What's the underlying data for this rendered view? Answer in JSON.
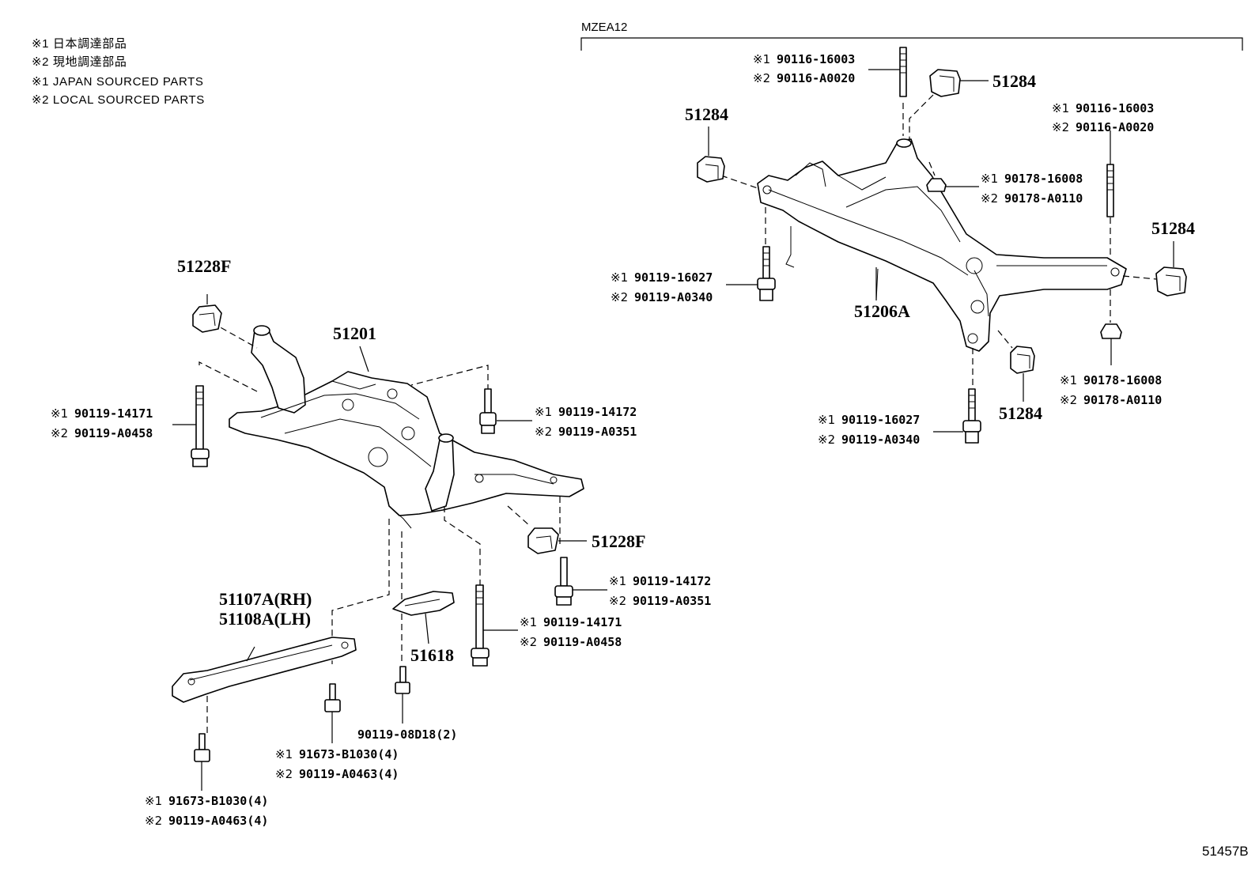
{
  "notes": [
    "※1 日本調達部品",
    "※2 現地調達部品",
    "※1 JAPAN SOURCED PARTS",
    "※2 LOCAL SOURCED PARTS"
  ],
  "model_code": "MZEA12",
  "figure_id": "51457B",
  "front": {
    "p51228f_top": "51228F",
    "p51201": "51201",
    "bolt_left": {
      "m1": "※1",
      "j": "90119-14171",
      "m2": "※2",
      "l": "90119-A0458"
    },
    "bolt_right_top": {
      "m1": "※1",
      "j": "90119-14172",
      "m2": "※2",
      "l": "90119-A0351"
    },
    "p51228f_bottom": "51228F",
    "bolt_right_mid": {
      "m1": "※1",
      "j": "90119-14172",
      "m2": "※2",
      "l": "90119-A0351"
    },
    "bolt_center": {
      "m1": "※1",
      "j": "90119-14171",
      "m2": "※2",
      "l": "90119-A0458"
    },
    "p51107a": "51107A(RH)",
    "p51108a": "51108A(LH)",
    "p51618": "51618",
    "bolt_small": "90119-08D18(2)",
    "bolt_brace_mid": {
      "m1": "※1",
      "j": "91673-B1030(4)",
      "m2": "※2",
      "l": "90119-A0463(4)"
    },
    "bolt_brace_low": {
      "m1": "※1",
      "j": "91673-B1030(4)",
      "m2": "※2",
      "l": "90119-A0463(4)"
    }
  },
  "rear": {
    "stud_top": {
      "m1": "※1",
      "j": "90116-16003",
      "m2": "※2",
      "l": "90116-A0020"
    },
    "p51284_top": "51284",
    "p51284_left": "51284",
    "stud_right": {
      "m1": "※1",
      "j": "90116-16003",
      "m2": "※2",
      "l": "90116-A0020"
    },
    "washer_top": {
      "m1": "※1",
      "j": "90178-16008",
      "m2": "※2",
      "l": "90178-A0110"
    },
    "p51284_right": "51284",
    "bolt_left": {
      "m1": "※1",
      "j": "90119-16027",
      "m2": "※2",
      "l": "90119-A0340"
    },
    "p51206a": "51206A",
    "washer_bottom": {
      "m1": "※1",
      "j": "90178-16008",
      "m2": "※2",
      "l": "90178-A0110"
    },
    "p51284_bottom": "51284",
    "bolt_bottom": {
      "m1": "※1",
      "j": "90119-16027",
      "m2": "※2",
      "l": "90119-A0340"
    }
  }
}
